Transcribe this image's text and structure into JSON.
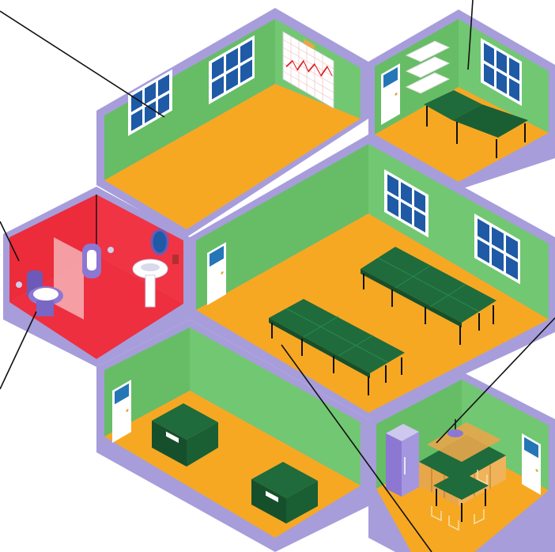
{
  "diagram": {
    "title": "",
    "rooms": [
      {
        "id": "open-office",
        "floor": "orange",
        "walls": "green",
        "items": [
          "window",
          "window",
          "whiteboard-chart"
        ]
      },
      {
        "id": "meeting-room",
        "floor": "orange",
        "walls": "green",
        "items": [
          "door",
          "window",
          "shelves",
          "l-shaped-desk"
        ]
      },
      {
        "id": "restroom",
        "floor": "red",
        "walls": "red",
        "items": [
          "toilet",
          "partition",
          "urinal",
          "sink",
          "mirror",
          "towel",
          "paper-holder"
        ]
      },
      {
        "id": "workspace",
        "floor": "orange",
        "walls": "green",
        "items": [
          "door",
          "window",
          "window",
          "desk-cluster",
          "desk-cluster"
        ]
      },
      {
        "id": "private-offices",
        "floor": "orange",
        "walls": "green",
        "items": [
          "door",
          "desk",
          "desk"
        ]
      },
      {
        "id": "kitchen",
        "floor": "orange",
        "walls": "green",
        "items": [
          "refrigerator",
          "cabinets",
          "lamp",
          "dining-table",
          "chairs",
          "door"
        ]
      }
    ],
    "callout_lines": 6
  },
  "colors": {
    "wall_green": "#6cc06b",
    "floor_orange": "#f6a823",
    "restroom_red": "#ee2f3f",
    "frame_lavender": "#9a8fd6",
    "desk_green": "#1f6b3c",
    "window_blue": "#1e5aa6",
    "door_blue": "#2476b6",
    "line": "#111111"
  }
}
